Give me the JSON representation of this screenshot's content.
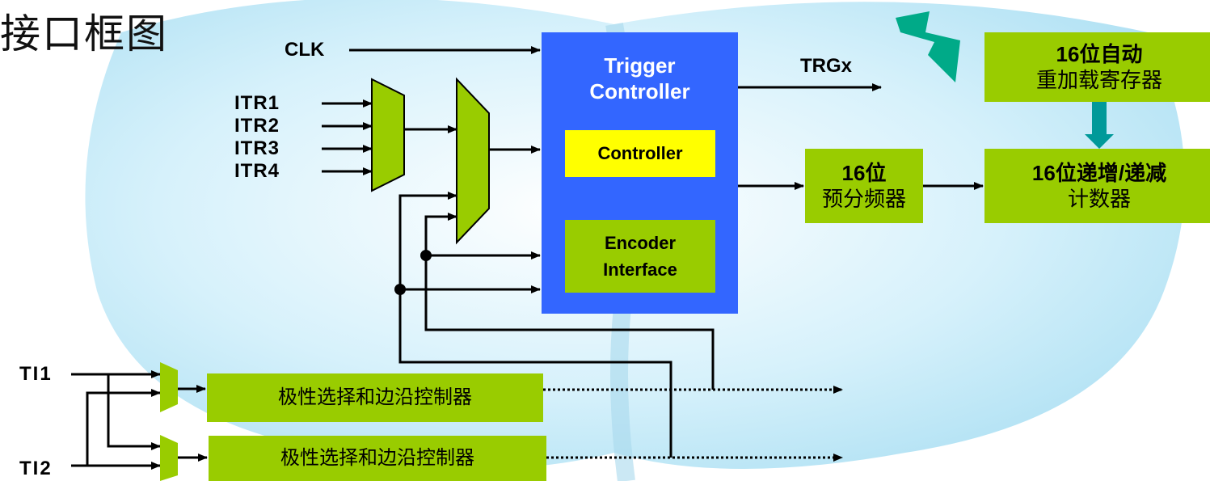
{
  "title": "接口框图",
  "inputs": {
    "clk": "CLK",
    "itr": [
      "ITR1",
      "ITR2",
      "ITR3",
      "ITR4"
    ],
    "ti1": "TI1",
    "ti2": "TI2"
  },
  "trigger_controller": {
    "line1": "Trigger",
    "line2": "Controller",
    "controller": "Controller",
    "encoder_line1": "Encoder",
    "encoder_line2": "Interface"
  },
  "outputs": {
    "trgx": "TRGx"
  },
  "blocks": {
    "autoreload_line1": "16位自动",
    "autoreload_line2": "重加载寄存器",
    "prescaler_line1": "16位",
    "prescaler_line2": "预分频器",
    "counter_line1": "16位递增/递减",
    "counter_line2": "计数器",
    "polarity1": "极性选择和边沿控制器",
    "polarity2": "极性选择和边沿控制器"
  },
  "colors": {
    "block_green": "#99cc00",
    "controller_blue": "#3366ff",
    "controller_yellow": "#ffff00",
    "arrow_teal": "#009999",
    "lightning": "#00aa88",
    "background_sky": "#b8e6f5"
  }
}
